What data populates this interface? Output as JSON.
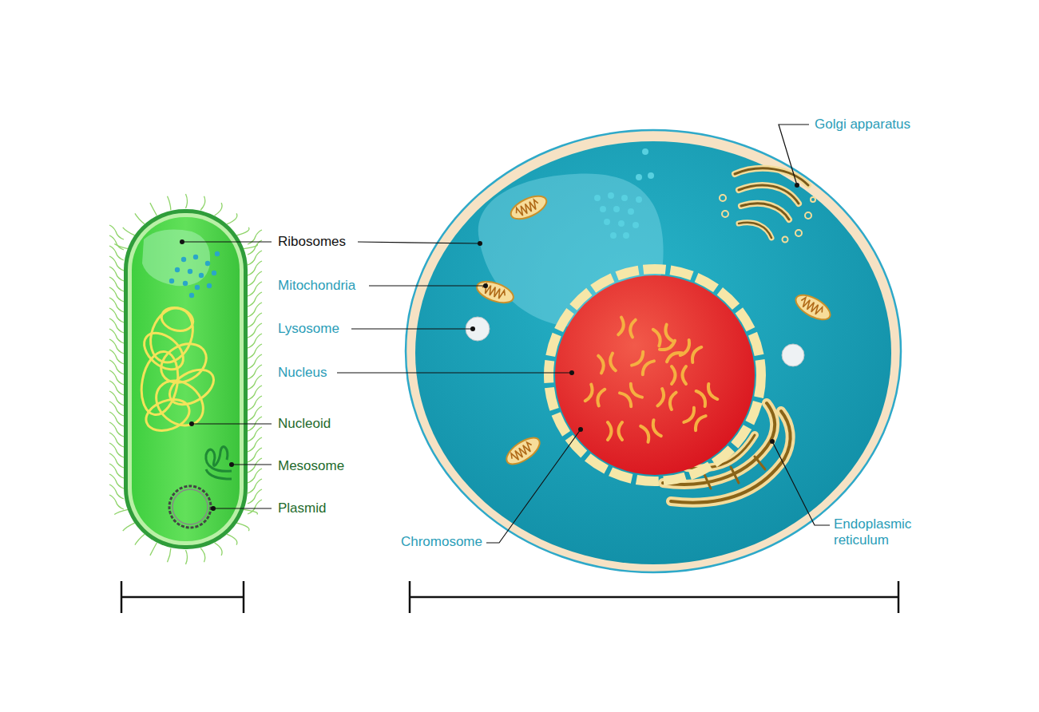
{
  "diagram": {
    "labels": [
      "Ribosomes",
      "Mitochondria",
      "Lysosome",
      "Nucleus",
      "Nucleoid",
      "Mesosome",
      "Plasmid",
      "Golgi apparatus",
      "Chromosome",
      "Endoplasmic reticulum"
    ]
  }
}
